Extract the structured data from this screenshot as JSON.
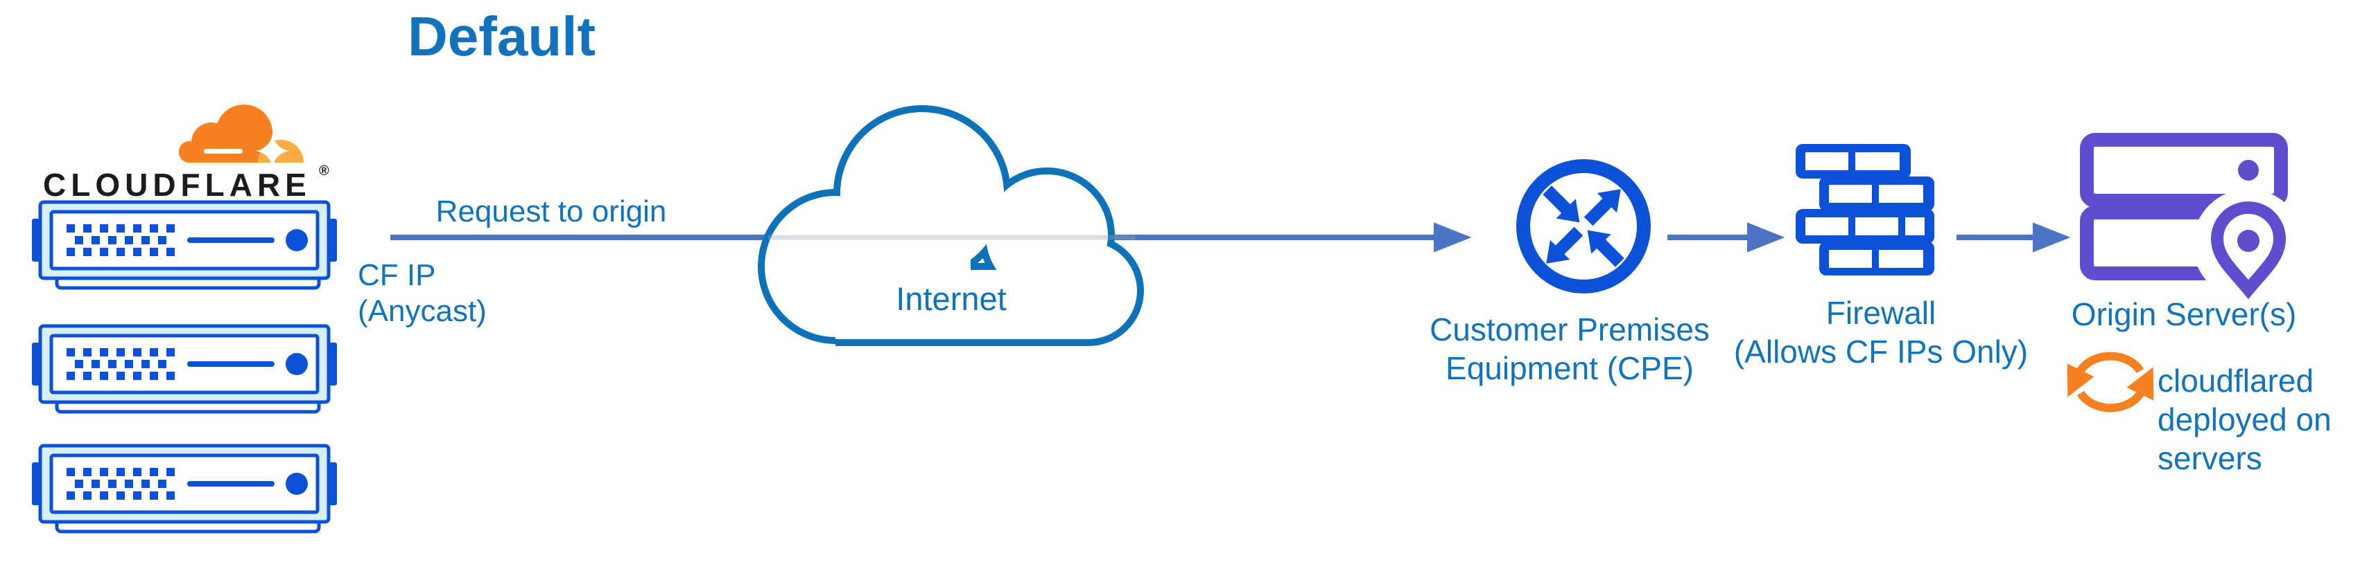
{
  "title": "Default",
  "logo": {
    "wordmark": "CLOUDFLARE",
    "registered": "®"
  },
  "edge_connection": {
    "request_label": "Request to origin",
    "ip_label_line1": "CF IP",
    "ip_label_line2": "(Anycast)"
  },
  "internet": {
    "label": "Internet"
  },
  "cpe": {
    "label_line1": "Customer Premises",
    "label_line2": "Equipment (CPE)"
  },
  "firewall": {
    "label_line1": "Firewall",
    "label_line2": "(Allows CF IPs Only)"
  },
  "origin": {
    "label": "Origin Server(s)"
  },
  "cloudflared": {
    "line1": "cloudflared",
    "line2": "deployed on",
    "line3": "servers"
  },
  "colors": {
    "title_blue": "#1273BC",
    "label_blue": "#1173BC",
    "icon_blue": "#0C52D8",
    "arrow_blue": "#4B74C4",
    "cloud_stroke_blue": "#0E72B8",
    "server_band_fill": "#D8EFF7",
    "origin_purple": "#5F4DD0",
    "cloudflare_orange": "#F6821F",
    "cloudflare_orange_light": "#FBAD41",
    "wordmark_black": "#1C1C1E"
  }
}
